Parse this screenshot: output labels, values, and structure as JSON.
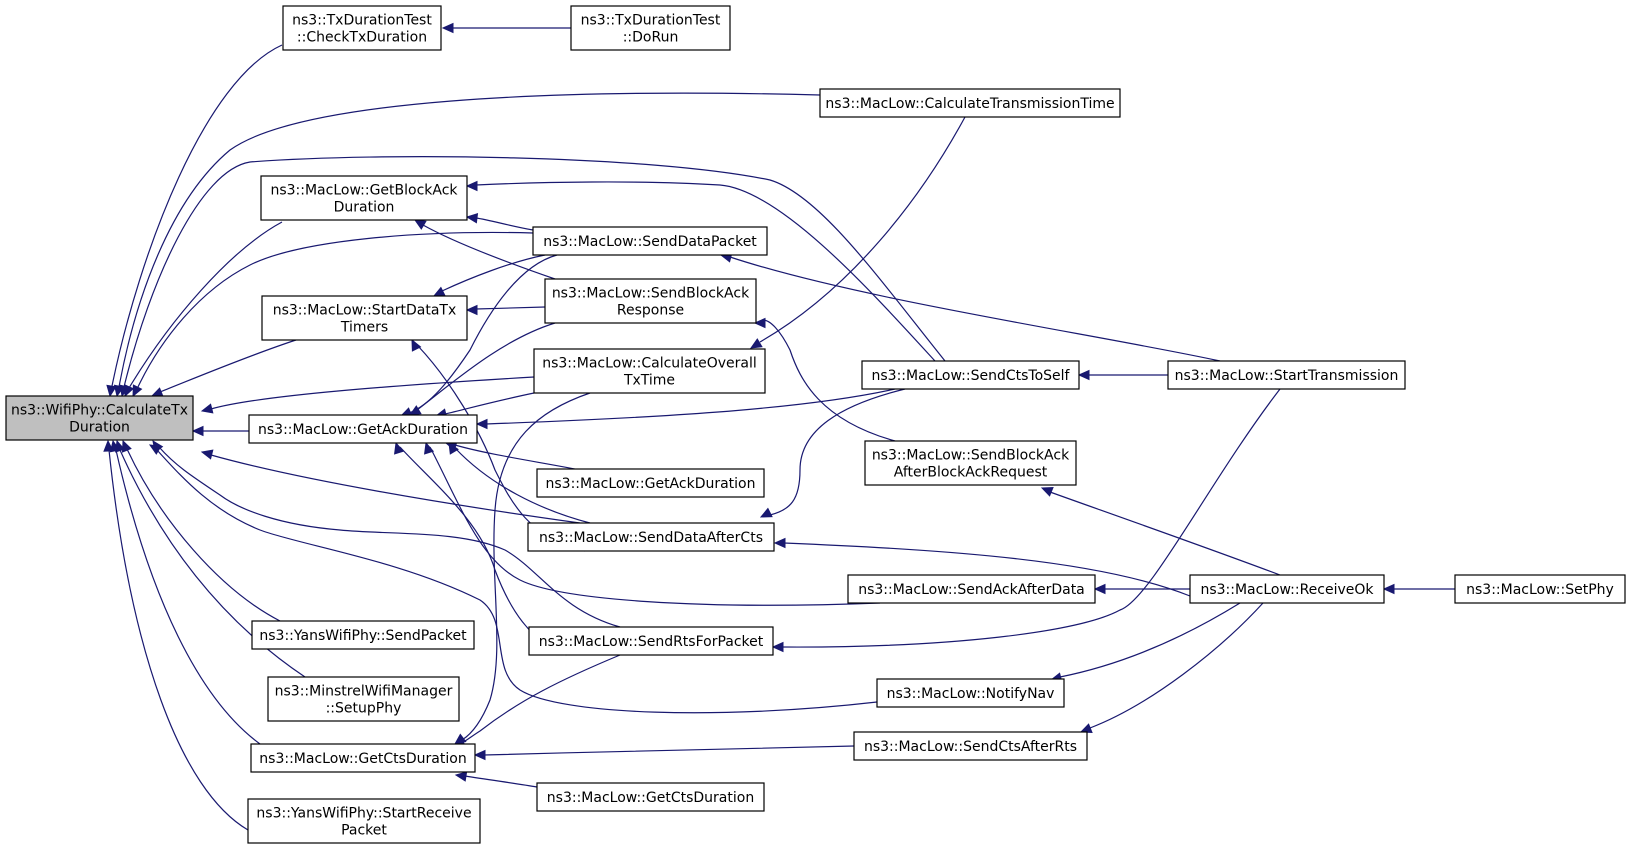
{
  "diagram": {
    "nodes": [
      {
        "id": "root",
        "lines": [
          "ns3::WifiPhy::CalculateTx",
          "Duration"
        ],
        "root": true
      },
      {
        "id": "ctd",
        "lines": [
          "ns3::TxDurationTest",
          "::CheckTxDuration"
        ]
      },
      {
        "id": "dorun",
        "lines": [
          "ns3::TxDurationTest",
          "::DoRun"
        ]
      },
      {
        "id": "ctt",
        "lines": [
          "ns3::MacLow::CalculateTransmissionTime"
        ]
      },
      {
        "id": "gbad",
        "lines": [
          "ns3::MacLow::GetBlockAck",
          "Duration"
        ]
      },
      {
        "id": "sdp",
        "lines": [
          "ns3::MacLow::SendDataPacket"
        ]
      },
      {
        "id": "sbar",
        "lines": [
          "ns3::MacLow::SendBlockAck",
          "Response"
        ]
      },
      {
        "id": "sdtt",
        "lines": [
          "ns3::MacLow::StartDataTx",
          "Timers"
        ]
      },
      {
        "id": "cotx",
        "lines": [
          "ns3::MacLow::CalculateOverall",
          "TxTime"
        ]
      },
      {
        "id": "scts",
        "lines": [
          "ns3::MacLow::SendCtsToSelf"
        ]
      },
      {
        "id": "stx",
        "lines": [
          "ns3::MacLow::StartTransmission"
        ]
      },
      {
        "id": "gad",
        "lines": [
          "ns3::MacLow::GetAckDuration"
        ]
      },
      {
        "id": "gad2",
        "lines": [
          "ns3::MacLow::GetAckDuration"
        ]
      },
      {
        "id": "sbabar",
        "lines": [
          "ns3::MacLow::SendBlockAck",
          "AfterBlockAckRequest"
        ]
      },
      {
        "id": "sdac",
        "lines": [
          "ns3::MacLow::SendDataAfterCts"
        ]
      },
      {
        "id": "saad",
        "lines": [
          "ns3::MacLow::SendAckAfterData"
        ]
      },
      {
        "id": "rok",
        "lines": [
          "ns3::MacLow::ReceiveOk"
        ]
      },
      {
        "id": "setphy",
        "lines": [
          "ns3::MacLow::SetPhy"
        ]
      },
      {
        "id": "ysp",
        "lines": [
          "ns3::YansWifiPhy::SendPacket"
        ]
      },
      {
        "id": "srfp",
        "lines": [
          "ns3::MacLow::SendRtsForPacket"
        ]
      },
      {
        "id": "mws",
        "lines": [
          "ns3::MinstrelWifiManager",
          "::SetupPhy"
        ]
      },
      {
        "id": "nnav",
        "lines": [
          "ns3::MacLow::NotifyNav"
        ]
      },
      {
        "id": "gcd",
        "lines": [
          "ns3::MacLow::GetCtsDuration"
        ]
      },
      {
        "id": "scar",
        "lines": [
          "ns3::MacLow::SendCtsAfterRts"
        ]
      },
      {
        "id": "gcd2",
        "lines": [
          "ns3::MacLow::GetCtsDuration"
        ]
      },
      {
        "id": "ysrp",
        "lines": [
          "ns3::YansWifiPhy::StartReceive",
          "Packet"
        ]
      }
    ]
  }
}
